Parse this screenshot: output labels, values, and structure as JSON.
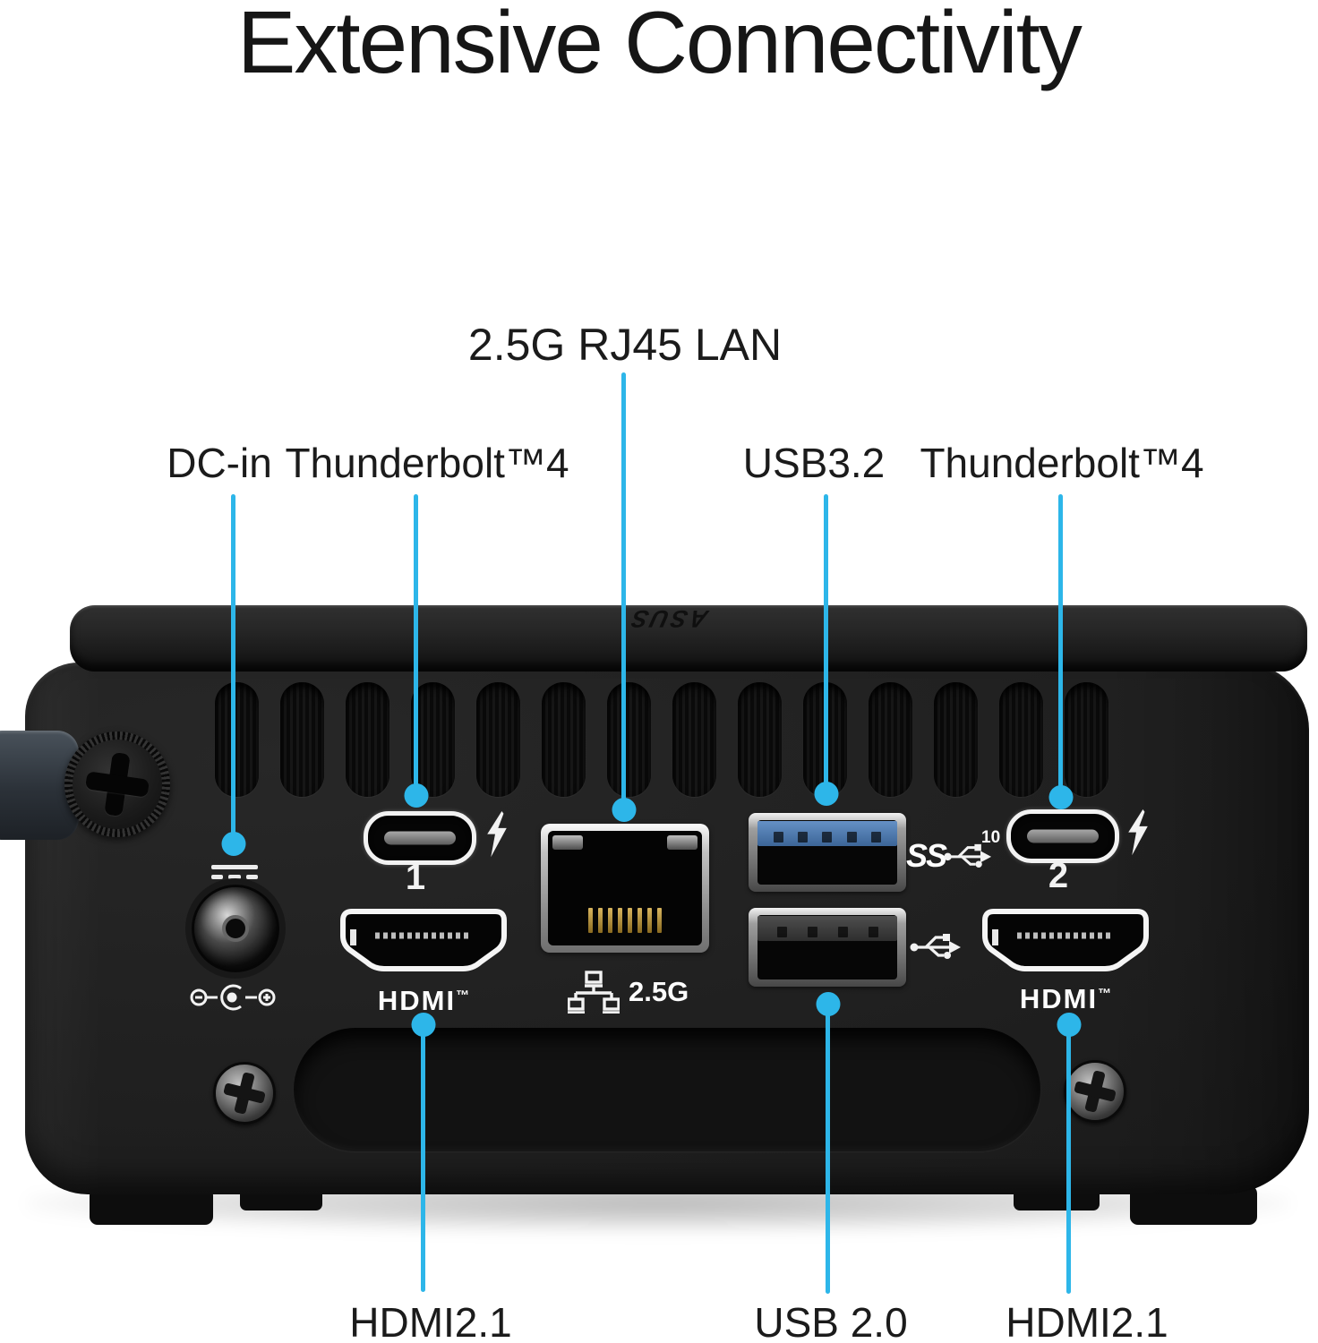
{
  "title": "Extensive Connectivity",
  "colors": {
    "accent": "#2db6e9",
    "background": "#ffffff",
    "device_body": "#1e1e1e",
    "usb3_tongue": "#4a7fb0",
    "label_text": "#1b1b1b"
  },
  "callouts": {
    "lan": "2.5G RJ45 LAN",
    "dc_in": "DC-in",
    "thunderbolt_left": "Thunderbolt™4",
    "usb32": "USB3.2",
    "thunderbolt_right": "Thunderbolt™4",
    "hdmi_bottom_left": "HDMI2.1",
    "usb20": "USB 2.0",
    "hdmi_bottom_right": "HDMI2.1"
  },
  "device": {
    "brand_logo": "ASUS",
    "port_markings": {
      "thunderbolt1_number": "1",
      "thunderbolt2_number": "2",
      "lan_speed": "2.5G",
      "hdmi_logo": "HDMI",
      "hdmi_tm": "™",
      "usb_superspeed_prefix": "SS",
      "usb_superspeed_rate": "10"
    },
    "icons": {
      "thunderbolt": "lightning-bolt",
      "usb_trident": "usb-trident",
      "dc_power": "solid-bar-over-dashes",
      "dc_polarity": "center-positive",
      "network": "lan-node-tree"
    }
  }
}
